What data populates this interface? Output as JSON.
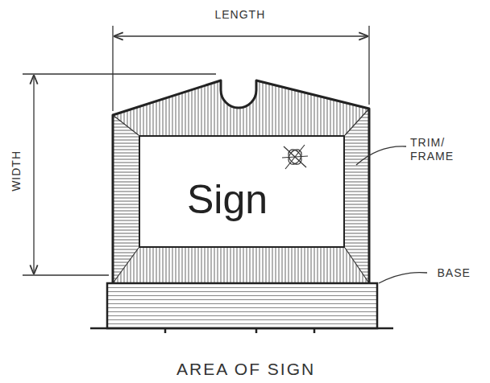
{
  "diagram": {
    "caption": "AREA OF SIGN",
    "nodes": [
      {
        "text": [
          "Sign"
        ]
      }
    ],
    "labels": [
      "LENGTH",
      "WIDTH",
      "TRIM/ FRAME",
      "BASE"
    ]
  }
}
